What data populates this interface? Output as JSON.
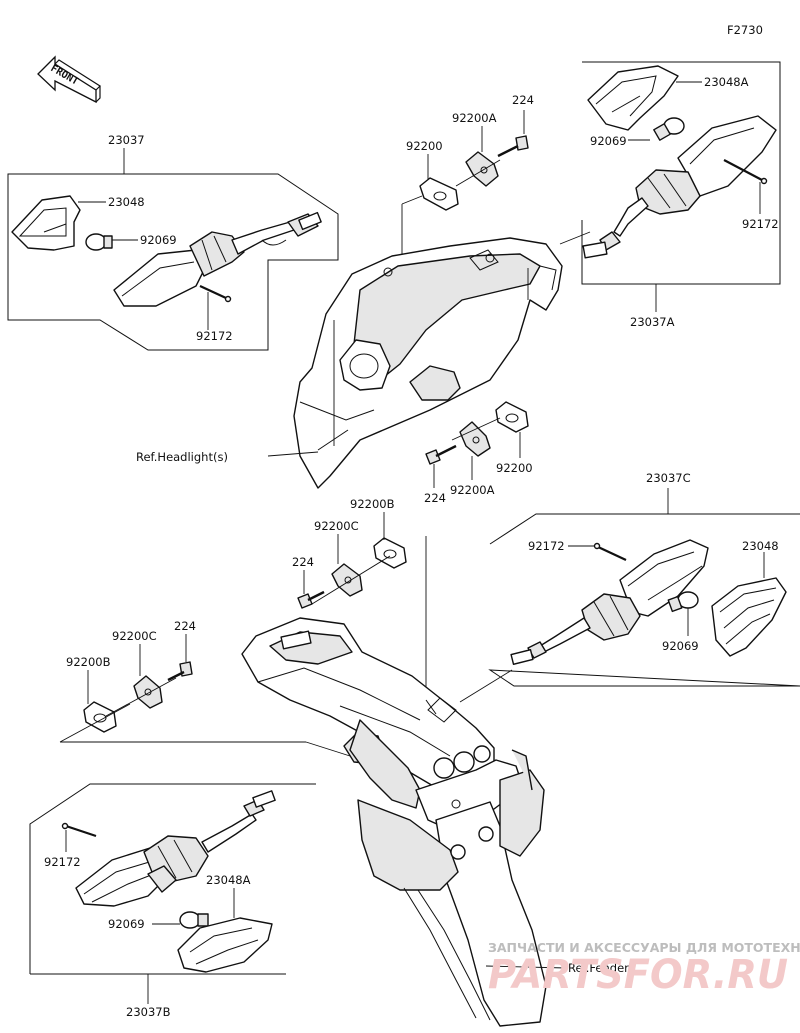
{
  "diagram_code": "F2730",
  "front_label": "FRONT",
  "watermark": {
    "line1": "ЗАПЧАСТИ И АКСЕССУАРЫ ДЛЯ МОТОТЕХНИКИ",
    "line2": "PARTSFOR.RU"
  },
  "labels": {
    "front_left_assy": "23037",
    "front_left_lens": "23048",
    "front_left_bulb": "92069",
    "front_left_screw": "92172",
    "front_right_assy": "23037A",
    "front_right_lens": "23048A",
    "front_right_bulb": "92069",
    "front_right_screw": "92172",
    "top_nut": "224",
    "top_bracket": "92200A",
    "top_plate": "92200",
    "mid_plate": "92200",
    "mid_bracket": "92200A",
    "mid_nut": "224",
    "ref_headlight": "Ref.Headlight(s)",
    "rear_right_assy": "23037C",
    "rear_right_screw": "92172",
    "rear_right_lens": "23048",
    "rear_right_bulb": "92069",
    "rear_top_plate": "92200B",
    "rear_top_bracket": "92200C",
    "rear_top_nut": "224",
    "rear_left_bracket": "92200C",
    "rear_left_nut": "224",
    "rear_left_plate": "92200B",
    "rear_left_screw": "92172",
    "rear_left_lens": "23048A",
    "rear_left_bulb": "92069",
    "rear_left_assy": "23037B",
    "ref_fenders": "Ref.Fenders"
  }
}
